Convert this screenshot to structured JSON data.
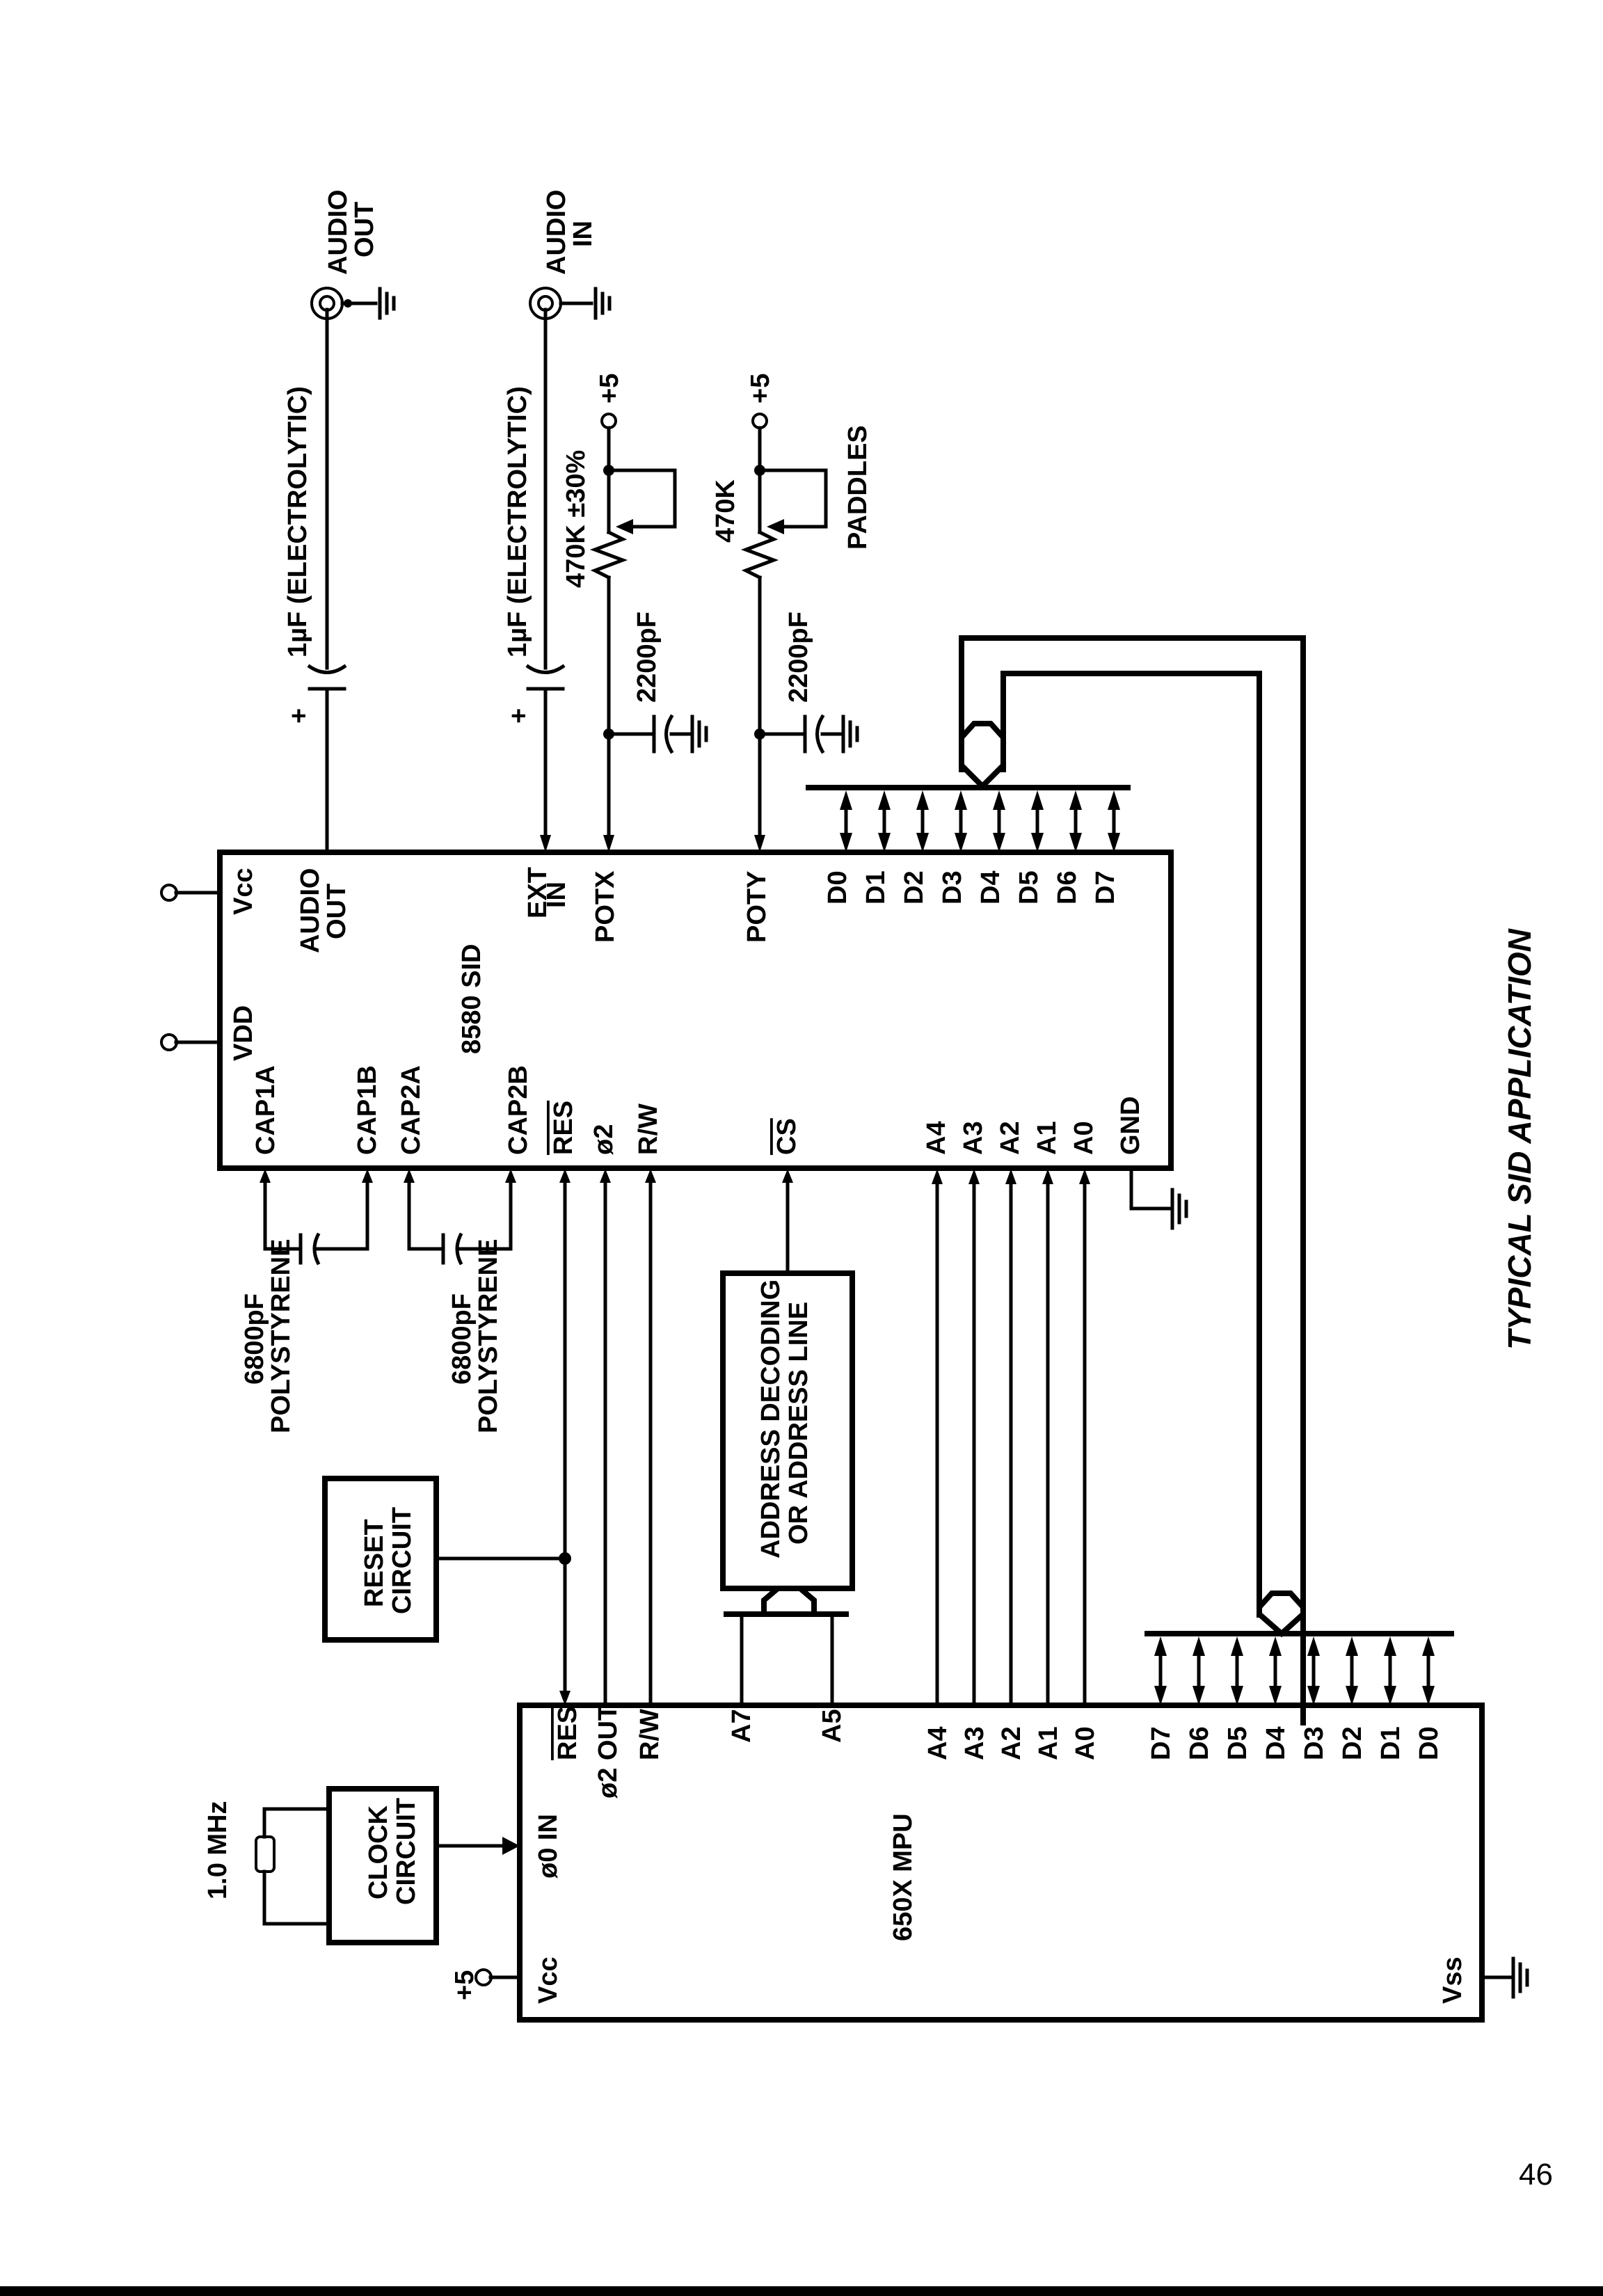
{
  "page": {
    "title": "TYPICAL SID APPLICATION",
    "page_number": "46"
  },
  "sid": {
    "name": "8580 SID",
    "pins_top": {
      "vcc": "Vcc",
      "audio_out_1": "AUDIO",
      "audio_out_2": "OUT",
      "ext_in_1": "EXT",
      "ext_in_2": "IN",
      "potx": "POTX",
      "poty": "POTY",
      "data": [
        "D0",
        "D1",
        "D2",
        "D3",
        "D4",
        "D5",
        "D6",
        "D7"
      ]
    },
    "pins_bottom": {
      "vdd": "VDD",
      "cap1a": "CAP1A",
      "cap1b": "CAP1B",
      "cap2a": "CAP2A",
      "cap2b": "CAP2B",
      "res": "RES",
      "phi2": "ø2",
      "rw": "R/W",
      "cs": "CS",
      "addr": [
        "A4",
        "A3",
        "A2",
        "A1",
        "A0"
      ],
      "gnd": "GND"
    }
  },
  "mpu": {
    "name": "650X MPU",
    "pins": {
      "vcc": "Vcc",
      "phi0_in": "ø0 IN",
      "res": "RES",
      "phi2_out": "ø2 OUT",
      "rw": "R/W",
      "a7": "A7",
      "a5": "A5",
      "addr": [
        "A4",
        "A3",
        "A2",
        "A1",
        "A0"
      ],
      "data": [
        "D7",
        "D6",
        "D5",
        "D4",
        "D3",
        "D2",
        "D1",
        "D0"
      ],
      "vss": "Vss"
    }
  },
  "components": {
    "audio_out_cap": "1µF (ELECTROLYTIC)",
    "audio_in_cap": "1µF (ELECTROLYTIC)",
    "audio_out_jack_1": "AUDIO",
    "audio_out_jack_2": "OUT",
    "audio_in_jack_1": "AUDIO",
    "audio_in_jack_2": "IN",
    "potx_resistor": "470K ±30%",
    "poty_resistor": "470K",
    "potx_cap": "2200pF",
    "poty_cap": "2200pF",
    "paddles": "PADDLES",
    "supply_potx": "+5",
    "supply_poty": "+5",
    "filter_cap1_1": "6800pF",
    "filter_cap1_2": "POLYSTYRENE",
    "filter_cap2_1": "6800pF",
    "filter_cap2_2": "POLYSTYRENE",
    "plus_sign_1": "+",
    "plus_sign_2": "+",
    "reset_1": "RESET",
    "reset_2": "CIRCUIT",
    "addr_dec_1": "ADDRESS DECODING",
    "addr_dec_2": "OR ADDRESS LINE",
    "clock_1": "CLOCK",
    "clock_2": "CIRCUIT",
    "crystal": "1.0 MHz",
    "mpu_supply": "+5"
  }
}
